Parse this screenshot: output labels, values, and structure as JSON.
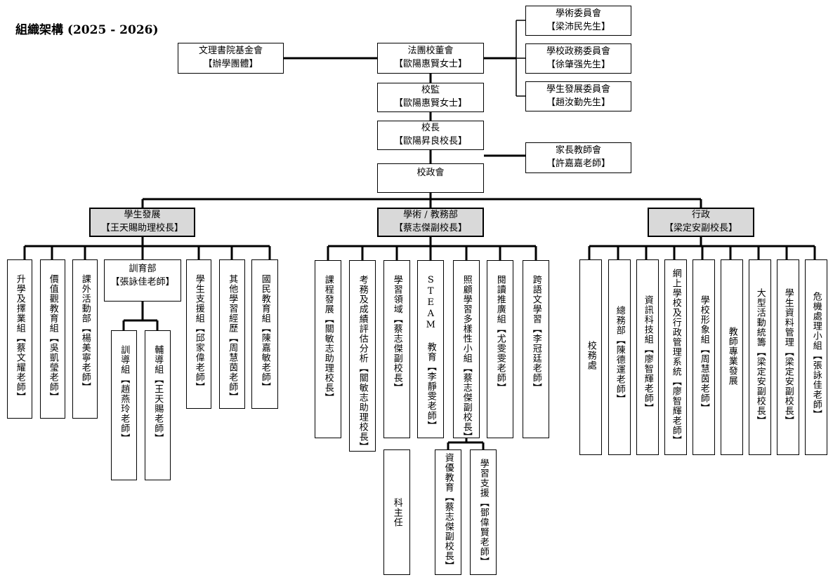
{
  "title": "組織架構  (2025 - 2026)",
  "top": {
    "foundation": {
      "name": "文理書院基金會",
      "person": "【辦學團體】"
    },
    "board": {
      "name": "法團校董會",
      "person": "【歐陽惠賢女士】"
    },
    "supervisor": {
      "name": "校監",
      "person": "【歐陽惠賢女士】"
    },
    "principal": {
      "name": "校長",
      "person": "【歐陽昇良校長】"
    },
    "school_council": {
      "name": "校政會"
    },
    "academic_committee": {
      "name": "學術委員會",
      "person": "【梁沛民先生】"
    },
    "admin_committee": {
      "name": "學校政務委員會",
      "person": "【徐肇强先生】"
    },
    "student_dev_committee": {
      "name": "學生發展委員會",
      "person": "【趙汝勤先生】"
    },
    "pta": {
      "name": "家長教師會",
      "person": "【許嘉嘉老師】"
    }
  },
  "divisions": {
    "student": {
      "name": "學生發展",
      "person": "【王天賜助理校長】"
    },
    "academic": {
      "name": "學術 / 教務部",
      "person": "【蔡志傑副校長】"
    },
    "admin": {
      "name": "行政",
      "person": "【梁定安副校長】"
    }
  },
  "student_units": {
    "u1": "升學及擇業組【蔡文耀老師】",
    "u2": "價值觀教育組【吳凱瑩老師】",
    "u3": "課外活動部【楊美寧老師】",
    "discipline": {
      "name": "訓育部",
      "person": "【張詠佳老師】"
    },
    "u5": "學生支援組【邱家偉老師】",
    "u6": "其他學習經歷【周慧茵老師】",
    "u7": "國民教育組【陳嘉敏老師】",
    "sub1": "訓導組【趙燕玲老師】",
    "sub2": "輔導組【王天賜老師】"
  },
  "academic_units": {
    "u1": "課程發展【關敏志助理校長】",
    "u2": "考務及成績評估分析【關敏志助理校長】",
    "u3": "學習領域【蔡志傑副校長】",
    "u4": "STEAM 教育【李靜雯老師】",
    "u5": "照顧學習多樣性小組【蔡志傑副校長】",
    "u6": "閱讀推廣組【尤雯雯老師】",
    "u7": "跨語文學習【李冠廷老師】",
    "panel_head": "科主任",
    "gifted": "資優教育【蔡志傑副校長】",
    "support": "學習支援【鄧偉賢老師】"
  },
  "admin_units": {
    "u1": "校務處",
    "u2": "總務部【陳德運老師】",
    "u3": "資訊科技組【廖智輝老師】",
    "u4": "網上學校及行政管理系統【廖智輝老師】",
    "u5": "學校形象組【周慧茵老師】",
    "u6": "教師專業發展",
    "u7": "大型活動統籌【梁定安副校長】",
    "u8": "學生資料管理【梁定安副校長】",
    "u9": "危機處理小組【張詠佳老師】"
  }
}
